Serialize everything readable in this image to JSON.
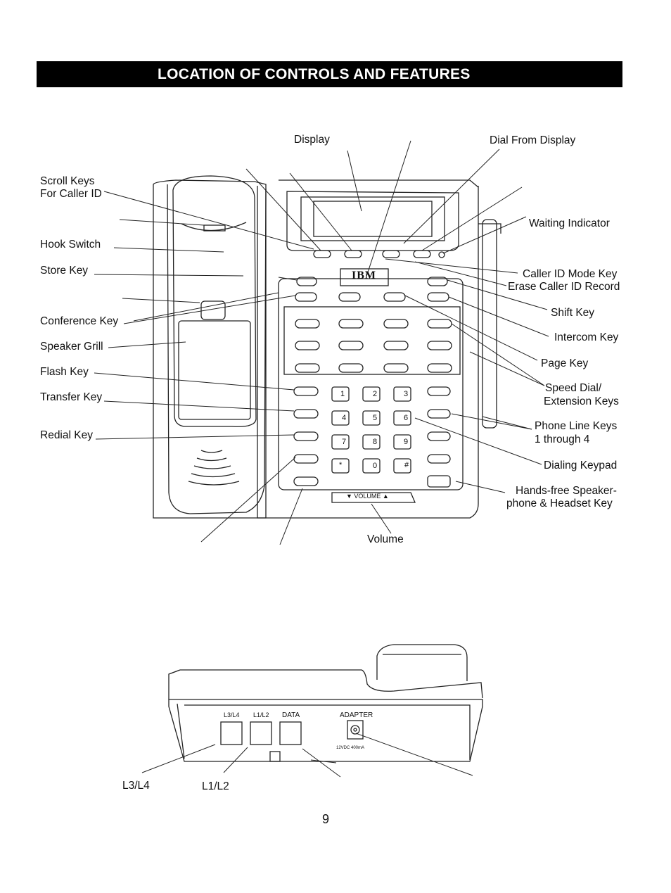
{
  "header": {
    "title": "LOCATION OF CONTROLS AND FEATURES"
  },
  "front_labels": {
    "display": "Display",
    "dial_from_display": "Dial From Display",
    "scroll_keys_line1": "Scroll Keys",
    "scroll_keys_line2": "For Caller ID",
    "waiting_indicator": "Waiting Indicator",
    "hook_switch": "Hook Switch",
    "store_key": "Store Key",
    "caller_id_mode_key": "Caller ID Mode Key",
    "erase_caller_id_record": "Erase Caller ID Record",
    "shift_key": "Shift Key",
    "conference_key": "Conference Key",
    "intercom_key": "Intercom Key",
    "speaker_grill": "Speaker Grill",
    "page_key": "Page Key",
    "flash_key": "Flash Key",
    "speed_dial_line1": "Speed Dial/",
    "speed_dial_line2": "Extension Keys",
    "transfer_key": "Transfer Key",
    "phone_line_keys_line1": "Phone Line Keys",
    "phone_line_keys_line2": "1 through 4",
    "redial_key": "Redial Key",
    "dialing_keypad": "Dialing Keypad",
    "handsfree_line1": "Hands-free Speaker-",
    "handsfree_line2": "phone & Headset Key",
    "volume": "Volume"
  },
  "phone_face": {
    "brand": "IBM",
    "volume_strip": "▼ VOLUME ▲",
    "keypad": [
      "1",
      "2",
      "3",
      "4",
      "5",
      "6",
      "7",
      "8",
      "9",
      "*",
      "0",
      "#"
    ]
  },
  "back_panel": {
    "jack_l3l4": "L3/L4",
    "jack_l1l2": "L1/L2",
    "jack_data": "DATA",
    "adapter": "ADAPTER",
    "adapter_rating": "12VDC 400mA",
    "callout_l3l4": "L3/L4",
    "callout_l1l2": "L1/L2"
  },
  "footer": {
    "page_number": "9"
  }
}
